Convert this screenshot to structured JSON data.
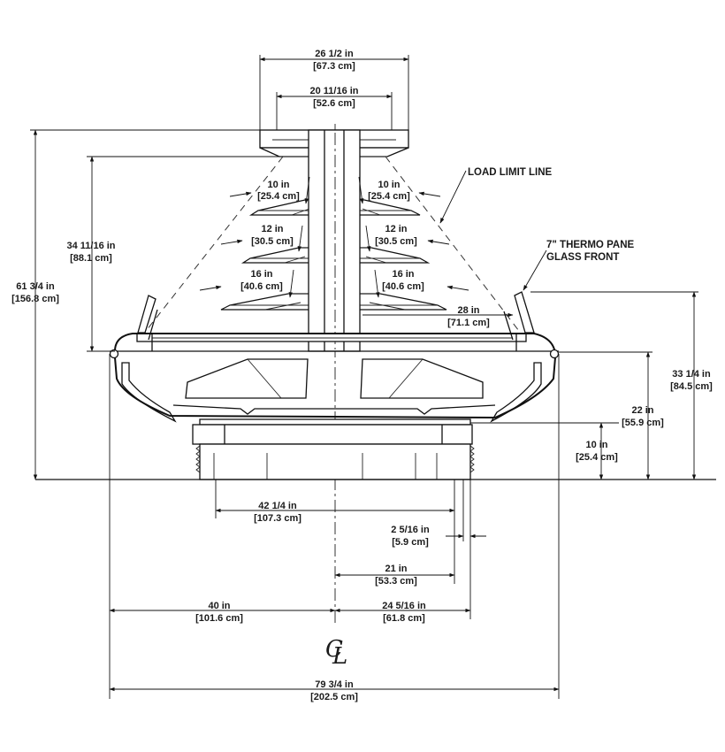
{
  "dimensions": {
    "top_width": [
      "26 1/2 in",
      "[67.3 cm]"
    ],
    "top_inner_width": [
      "20 11/16 in",
      "[52.6 cm]"
    ],
    "shelf1_left": [
      "10 in",
      "[25.4 cm]"
    ],
    "shelf1_right": [
      "10 in",
      "[25.4 cm]"
    ],
    "shelf2_left": [
      "12 in",
      "[30.5 cm]"
    ],
    "shelf2_right": [
      "12 in",
      "[30.5 cm]"
    ],
    "shelf3_left": [
      "16 in",
      "[40.6 cm]"
    ],
    "shelf3_right": [
      "16 in",
      "[40.6 cm]"
    ],
    "base_shelf": [
      "28 in",
      "[71.1 cm]"
    ],
    "display_height": [
      "34 11/16 in",
      "[88.1 cm]"
    ],
    "overall_height": [
      "61 3/4 in",
      "[156.8 cm]"
    ],
    "glass_height": [
      "33 1/4 in",
      "[84.5 cm]"
    ],
    "deck_height": [
      "22 in",
      "[55.9 cm]"
    ],
    "base_height": [
      "10 in",
      "[25.4 cm]"
    ],
    "base_width": [
      "42 1/4 in",
      "[107.3 cm]"
    ],
    "base_offset": [
      "2 5/16 in",
      "[5.9 cm]"
    ],
    "base_half": [
      "21 in",
      "[53.3 cm]"
    ],
    "left_radius": [
      "40 in",
      "[101.6 cm]"
    ],
    "right_radius": [
      "24 5/16 in",
      "[61.8 cm]"
    ],
    "overall_width": [
      "79 3/4 in",
      "[202.5 cm]"
    ]
  },
  "notes": {
    "load_limit": "LOAD LIMIT LINE",
    "glass_line1": "7\" THERMO PANE",
    "glass_line2": "GLASS FRONT"
  },
  "centerline_symbol": "CL"
}
